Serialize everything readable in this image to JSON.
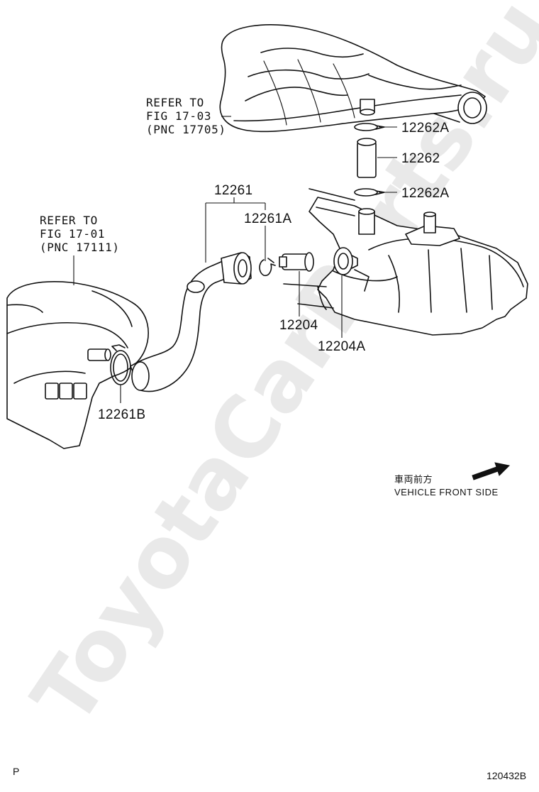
{
  "watermark": "ToyotaCarParts.ru",
  "callouts": {
    "air_cleaner_ref": [
      "REFER TO",
      "FIG 17-03",
      "(PNC 17705)"
    ],
    "intake_ref": [
      "REFER TO",
      "FIG 17-01",
      "(PNC 17111)"
    ]
  },
  "parts": {
    "clamp_upper": "12262A",
    "hose_short": "12262",
    "clamp_lower": "12262A",
    "hose_assembly": "12261",
    "hose_clamp": "12261A",
    "pcv_valve": "12204",
    "grommet": "12204A",
    "hose_clamp_b": "12261B"
  },
  "direction": {
    "japanese": "車両前方",
    "english": "VEHICLE FRONT SIDE"
  },
  "footer": {
    "left_mark": "P",
    "figure_code": "120432B"
  }
}
